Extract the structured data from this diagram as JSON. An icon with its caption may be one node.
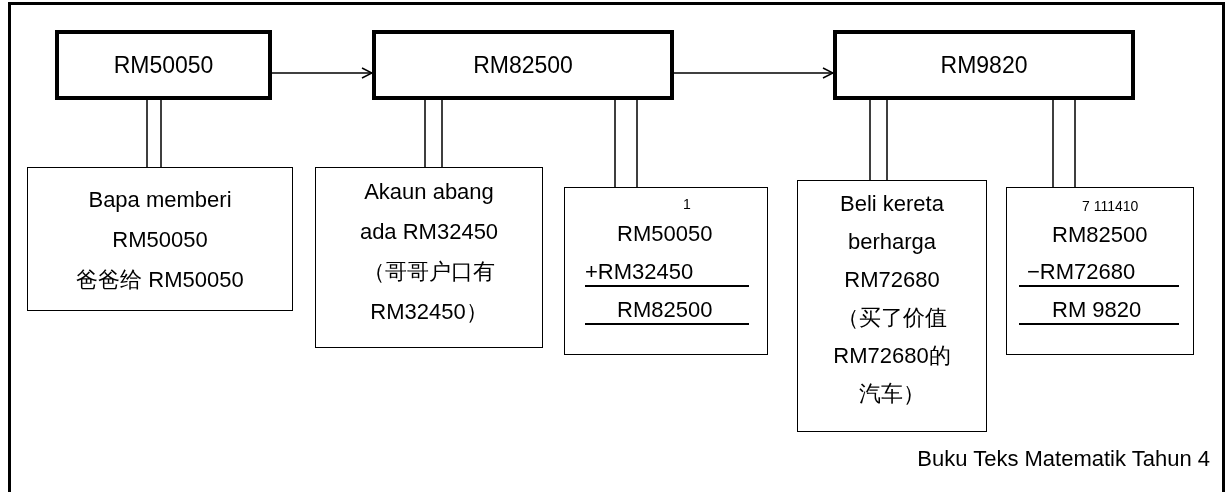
{
  "diagram": {
    "nodes": [
      {
        "text": [
          "RM50050"
        ]
      },
      {
        "text": [
          "RM82500"
        ]
      },
      {
        "text": [
          "RM9820"
        ]
      },
      {
        "text": [
          "Bapa memberi RM50050",
          "爸爸给 RM50050"
        ]
      },
      {
        "text": [
          "Akaun abang ada RM32450",
          "（哥哥户口有RM32450）"
        ]
      },
      {
        "text": [
          "1",
          "RM50050",
          "+RM32450",
          "RM82500"
        ]
      },
      {
        "text": [
          "Beli kereta berharga RM72680",
          "（买了价值RM72680的汽车）"
        ]
      },
      {
        "text": [
          "7 111410",
          "RM82500",
          "−RM72680",
          "RM 9820"
        ]
      }
    ],
    "edges": [
      {
        "from": 0,
        "to": 1,
        "arrow": "to"
      },
      {
        "from": 1,
        "to": 2,
        "arrow": "to"
      },
      {
        "from": 3,
        "to": 0,
        "arrow": "none"
      },
      {
        "from": 4,
        "to": 1,
        "arrow": "none"
      },
      {
        "from": 5,
        "to": 1,
        "arrow": "none"
      },
      {
        "from": 6,
        "to": 2,
        "arrow": "none"
      },
      {
        "from": 7,
        "to": 2,
        "arrow": "none"
      }
    ],
    "labels": [
      "Buku Teks Matematik Tahun 4"
    ]
  }
}
